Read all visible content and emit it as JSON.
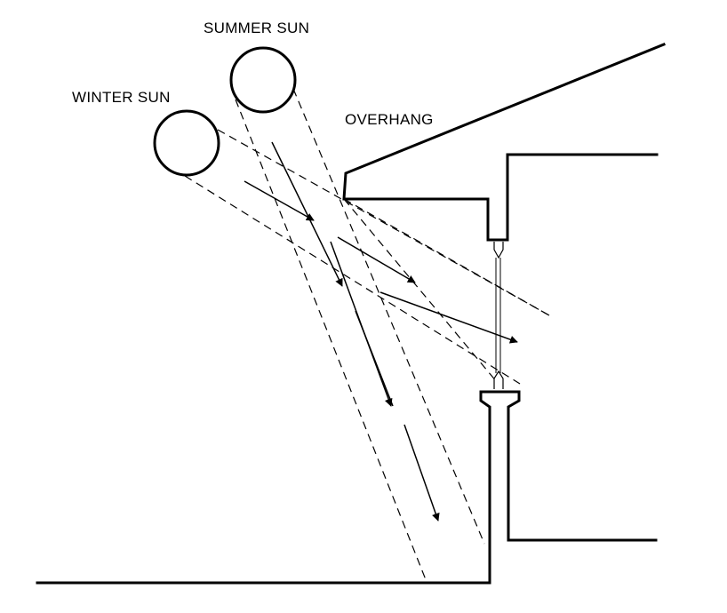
{
  "labels": {
    "summer_sun": "SUMMER SUN",
    "winter_sun": "WINTER SUN",
    "overhang": "OVERHANG"
  },
  "colors": {
    "ink": "#000000",
    "background": "#ffffff"
  }
}
